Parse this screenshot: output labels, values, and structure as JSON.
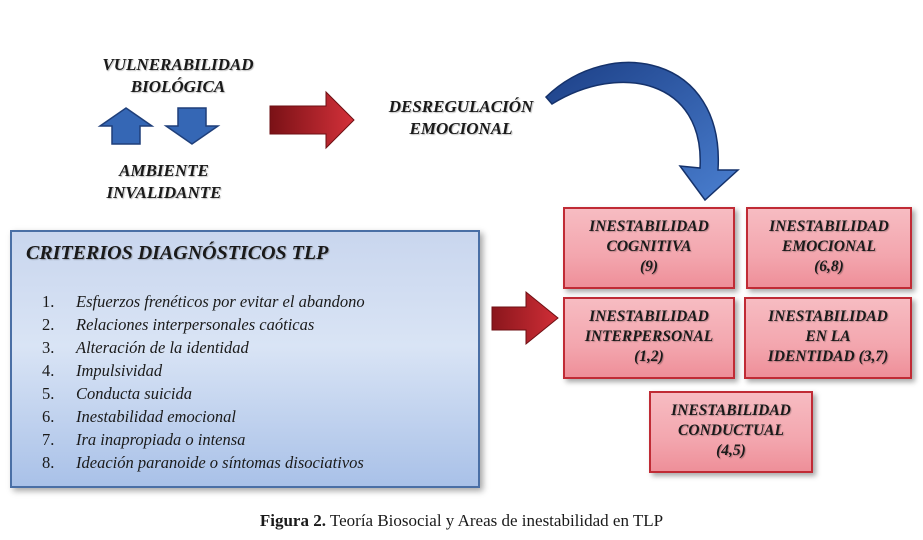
{
  "labels": {
    "vulnerability_line1": "VULNERABILIDAD",
    "vulnerability_line2": "BIOLÓGICA",
    "environment_line1": "AMBIENTE",
    "environment_line2": "INVALIDANTE",
    "dysregulation_line1": "DESREGULACIÓN",
    "dysregulation_line2": "EMOCIONAL"
  },
  "criteria": {
    "title": "CRITERIOS DIAGNÓSTICOS TLP",
    "items": [
      {
        "num": "1.",
        "text": "Esfuerzos frenéticos por evitar el abandono"
      },
      {
        "num": "2.",
        "text": "Relaciones interpersonales caóticas"
      },
      {
        "num": "3.",
        "text": "Alteración de la identidad"
      },
      {
        "num": "4.",
        "text": "Impulsividad"
      },
      {
        "num": "5.",
        "text": "Conducta suicida"
      },
      {
        "num": "6.",
        "text": "Inestabilidad emocional"
      },
      {
        "num": "7.",
        "text": "Ira inapropiada o intensa"
      },
      {
        "num": "8.",
        "text": "Ideación paranoide o síntomas disociativos"
      }
    ]
  },
  "instability_boxes": [
    {
      "lines": [
        "INESTABILIDAD",
        "COGNITIVA",
        "(9)"
      ]
    },
    {
      "lines": [
        "INESTABILIDAD",
        "EMOCIONAL",
        "(6,8)"
      ]
    },
    {
      "lines": [
        "INESTABILIDAD",
        "INTERPERSONAL",
        "(1,2)"
      ]
    },
    {
      "lines": [
        "INESTABILIDAD",
        "EN LA",
        "IDENTIDAD (3,7)"
      ]
    },
    {
      "lines": [
        "INESTABILIDAD",
        "CONDUCTUAL",
        "(4,5)"
      ]
    }
  ],
  "caption": {
    "bold": "Figura 2.",
    "text": " Teoría Biosocial y Areas de inestabilidad en TLP"
  },
  "colors": {
    "blue_arrow": "#3567b5",
    "red_arrow": "#c4262e",
    "criteria_border": "#4a6fa5",
    "box_border": "#c02b35"
  }
}
